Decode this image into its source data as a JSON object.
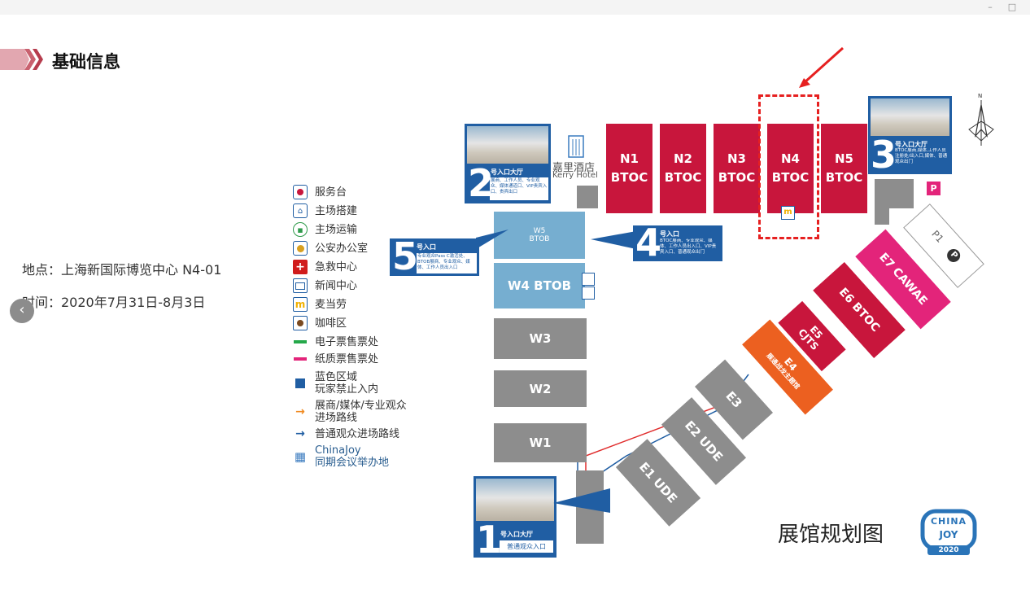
{
  "window": {
    "minimize": "–",
    "maximize": "□"
  },
  "header": {
    "title": "基础信息"
  },
  "info": {
    "location": "地点：上海新国际博览中心 N4-01",
    "time": "时间：2020年7月31日-8月3日"
  },
  "nav": {
    "prev": "‹"
  },
  "legend": [
    {
      "icon": "service-desk-icon",
      "label": "服务台"
    },
    {
      "icon": "main-build-icon",
      "label": "主场搭建"
    },
    {
      "icon": "main-transport-icon",
      "label": "主场运输"
    },
    {
      "icon": "police-office-icon",
      "label": "公安办公室"
    },
    {
      "icon": "first-aid-icon",
      "label": "急救中心"
    },
    {
      "icon": "news-center-icon",
      "label": "新闻中心"
    },
    {
      "icon": "mcdonalds-icon",
      "label": "麦当劳"
    },
    {
      "icon": "coffee-icon",
      "label": "咖啡区"
    },
    {
      "icon": "e-ticket-icon",
      "label": "电子票售票处"
    },
    {
      "icon": "paper-ticket-icon",
      "label": "纸质票售票处"
    },
    {
      "icon": "blue-zone-icon",
      "label": "蓝色区域\n玩家禁止入内"
    },
    {
      "icon": "orange-arrow-icon",
      "label": "展商/媒体/专业观众\n进场路线"
    },
    {
      "icon": "blue-arrow-icon",
      "label": "普通观众进场路线"
    },
    {
      "icon": "chinajoy-building-icon",
      "label": "ChinaJoy\n同期会议举办地"
    }
  ],
  "colors": {
    "north": "#c8163c",
    "gray": "#8d8d8d",
    "blue_hall": "#76aed0",
    "entry": "#205ea3",
    "e4": "#ec6020",
    "e7": "#e3247a",
    "highlight": "#e62020"
  },
  "hotel": {
    "name": "嘉里酒店",
    "name_en": "Kerry Hotel"
  },
  "north_halls": [
    {
      "name": "N1",
      "type": "BTOC"
    },
    {
      "name": "N2",
      "type": "BTOC"
    },
    {
      "name": "N3",
      "type": "BTOC"
    },
    {
      "name": "N4",
      "type": "BTOC"
    },
    {
      "name": "N5",
      "type": "BTOC"
    }
  ],
  "west_halls": {
    "w5": "W5",
    "w5_type": "BTOB",
    "w4": "W4 BTOB",
    "w3": "W3",
    "w2": "W2",
    "w1": "W1"
  },
  "east_halls": {
    "e1": "E1 UDE",
    "e2": "E2 UDE",
    "e3": "E3",
    "e4": "E4",
    "e4_sub": "展通战龙主题馆",
    "e5": "E5\nCJTS",
    "e6": "E6 BTOC",
    "e7": "E7 CAWAE",
    "p1": "P1",
    "parking": "P"
  },
  "entrances": {
    "e1": {
      "num": "1",
      "title": "号入口大厅",
      "desc": "普通观众入口"
    },
    "e2": {
      "num": "2",
      "title": "号入口大厅",
      "desc": "展商、工作人员、专业观众、媒体通道口、VIP贵宾入口、贵宾出口"
    },
    "e3": {
      "num": "3",
      "title": "号入口大厅",
      "desc": "BTOC展商,媒体,工作人员注册处/出入口,媒体、普通观众出门"
    },
    "e4": {
      "num": "4",
      "title": "号入口",
      "desc": "BTOC展商、专业观众、媒体、工作人员出入口、VIP贵宾入口、普通观众出门"
    },
    "e5": {
      "num": "5",
      "title": "号入口",
      "desc": "专业观众Pass C激活处、BTOB展商、专业观众、媒体、工作人员出入口"
    }
  },
  "footer": {
    "map_title": "展馆规划图",
    "logo_top": "CHINA",
    "logo_mid": "JOY",
    "logo_year": "2020"
  },
  "compass": {
    "n": "N"
  }
}
